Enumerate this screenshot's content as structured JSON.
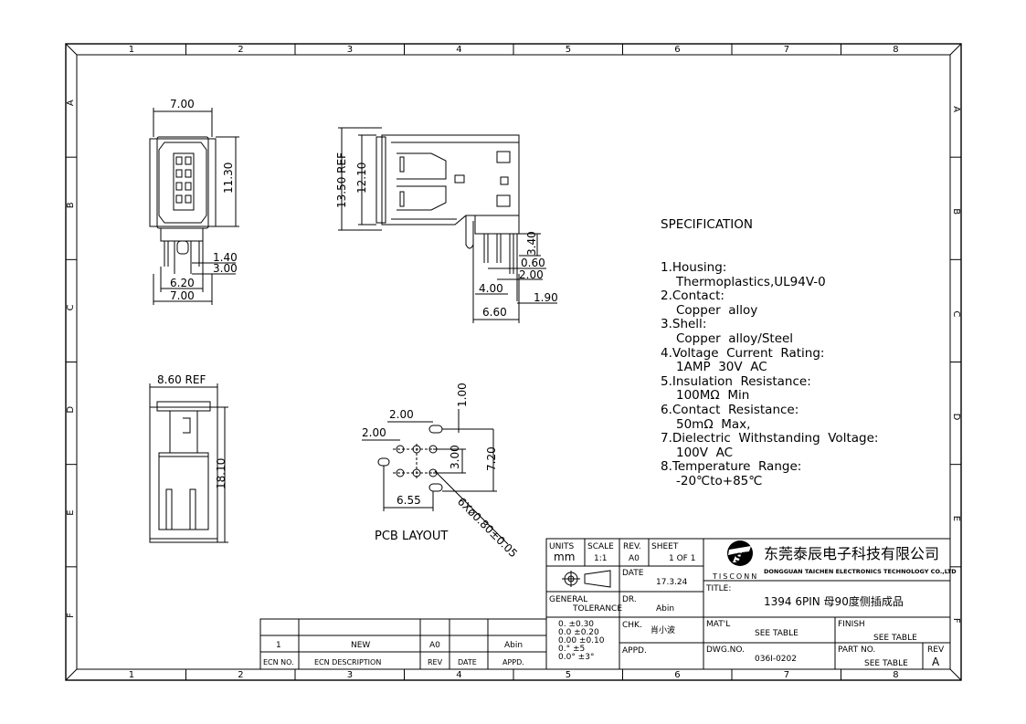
{
  "frame": {
    "cols": [
      "1",
      "2",
      "3",
      "4",
      "5",
      "6",
      "7",
      "8"
    ],
    "rows": [
      "A",
      "B",
      "C",
      "D",
      "E",
      "F"
    ]
  },
  "dims": {
    "front_width": "7.00",
    "front_height": "11.30",
    "front_pin1": "1.40",
    "front_pin2": "3.00",
    "front_span1": "6.20",
    "front_span2": "7.00",
    "side_ref": "13.50 REF",
    "side_h": "12.10",
    "side_340": "3.40",
    "side_060": "0.60",
    "side_200": "2.00",
    "side_400": "4.00",
    "side_190": "1.90",
    "side_660": "6.60",
    "top_ref": "8.60 REF",
    "top_h": "18.10",
    "pcb_200a": "2.00",
    "pcb_100": "1.00",
    "pcb_200b": "2.00",
    "pcb_300": "3.00",
    "pcb_720": "7.20",
    "pcb_655": "6.55",
    "pcb_holes": "6Xø0.80±0.05",
    "pcb_label": "PCB LAYOUT"
  },
  "spec": {
    "title": "SPECIFICATION",
    "lines": [
      {
        "t": "1.Housing:",
        "indent": false
      },
      {
        "t": "Thermoplastics,UL94V-0",
        "indent": true
      },
      {
        "t": "2.Contact:",
        "indent": false
      },
      {
        "t": "Copper  alloy",
        "indent": true
      },
      {
        "t": "3.Shell:",
        "indent": false
      },
      {
        "t": "Copper  alloy/Steel",
        "indent": true
      },
      {
        "t": "4.Voltage  Current  Rating:",
        "indent": false
      },
      {
        "t": "1AMP  30V  AC",
        "indent": true
      },
      {
        "t": "5.Insulation  Resistance:",
        "indent": false
      },
      {
        "t": "100MΩ  Min",
        "indent": true
      },
      {
        "t": "6.Contact  Resistance:",
        "indent": false
      },
      {
        "t": "50mΩ  Max,",
        "indent": true
      },
      {
        "t": "7.Dielectric  Withstanding  Voltage:",
        "indent": false
      },
      {
        "t": "100V  AC",
        "indent": true
      },
      {
        "t": "8.Temperature  Range:",
        "indent": false
      },
      {
        "t": "-20℃to+85℃",
        "indent": true
      }
    ]
  },
  "titleblock": {
    "units_label": "UNITS",
    "units": "mm",
    "scale_label": "SCALE",
    "scale": "1:1",
    "rev_label": "REV.",
    "rev": "A0",
    "sheet_label": "SHEET",
    "sheet": "1 OF 1",
    "date_label": "DATE",
    "date": "17.3.24",
    "gen_tol1": "GENERAL",
    "gen_tol2": "TOLERANCE",
    "tol1": "0.   ±0.30",
    "tol2": "0.0  ±0.20",
    "tol3": "0.00 ±0.10",
    "tol4": "0.°  ±5",
    "tol5": "0.0° ±3°",
    "dr_label": "DR.",
    "dr": "Abin",
    "chk_label": "CHK.",
    "chk": "肖小波",
    "appd_label": "APPD.",
    "company_cn": "东莞泰辰电子科技有限公司",
    "company_en": "DONGGUAN TAICHEN ELECTRONICS TECHNOLOGY CO.,LTD",
    "logo_text": "TISCONN",
    "title_label": "TITLE:",
    "title": "1394  6PIN  母90度侧插成品",
    "matl_label": "MAT'L",
    "matl": "SEE TABLE",
    "finish_label": "FINISH",
    "finish": "SEE TABLE",
    "dwg_label": "DWG.NO.",
    "dwg": "036I-0202",
    "part_label": "PART NO.",
    "part": "SEE TABLE",
    "rev2_label": "REV",
    "rev2": "A"
  },
  "revtable": {
    "row": {
      "ecn": "1",
      "desc": "NEW",
      "rev": "A0",
      "date": "",
      "appd": "Abin"
    },
    "headers": {
      "ecn": "ECN NO.",
      "desc": "ECN  DESCRIPTION",
      "rev": "REV",
      "date": "DATE",
      "appd": "APPD."
    }
  }
}
